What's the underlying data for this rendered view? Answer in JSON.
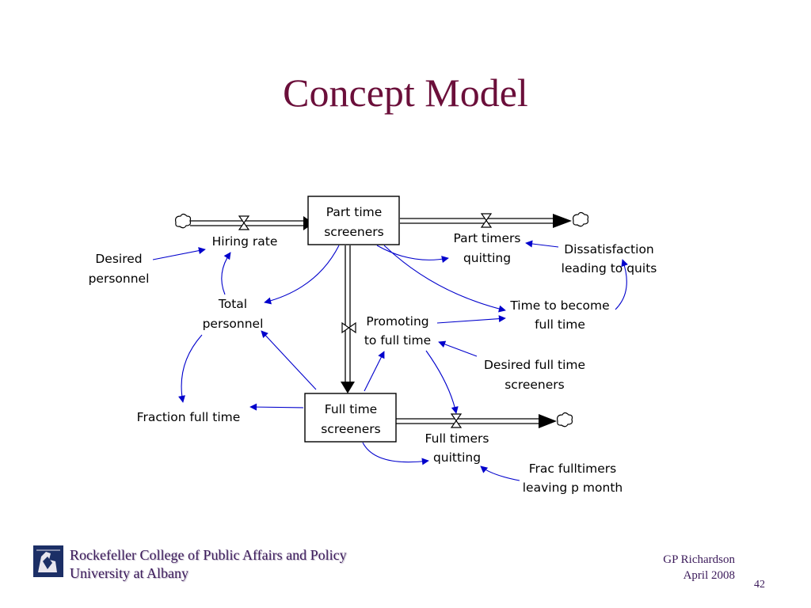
{
  "slide": {
    "title": "Concept Model",
    "footer": {
      "org_line1": "Rockefeller College of Public Affairs and Policy",
      "org_line2": "University at Albany",
      "author": "GP Richardson",
      "date": "April 2008",
      "page": "42"
    }
  },
  "diagram": {
    "stocks": {
      "part_time": [
        "Part time",
        "screeners"
      ],
      "full_time": [
        "Full time",
        "screeners"
      ]
    },
    "flows": {
      "hiring": [
        "Hiring rate"
      ],
      "pt_quit": [
        "Part timers",
        "quitting"
      ],
      "promoting": [
        "Promoting",
        "to full time"
      ],
      "ft_quit": [
        "Full timers",
        "quitting"
      ]
    },
    "variables": {
      "desired_personnel": [
        "Desired",
        "personnel"
      ],
      "total_personnel": [
        "Total",
        "personnel"
      ],
      "dissatisfaction": [
        "Dissatisfaction",
        "leading to quits"
      ],
      "time_full": [
        "Time to become",
        "full time"
      ],
      "desired_ft": [
        "Desired full time",
        "screeners"
      ],
      "fraction_ft": [
        "Fraction full time"
      ],
      "frac_leaving": [
        "Frac fulltimers",
        "leaving p month"
      ]
    }
  },
  "colors": {
    "title": "#6b0f3a",
    "link": "#0000cc",
    "footer": "#3b1a5a"
  }
}
